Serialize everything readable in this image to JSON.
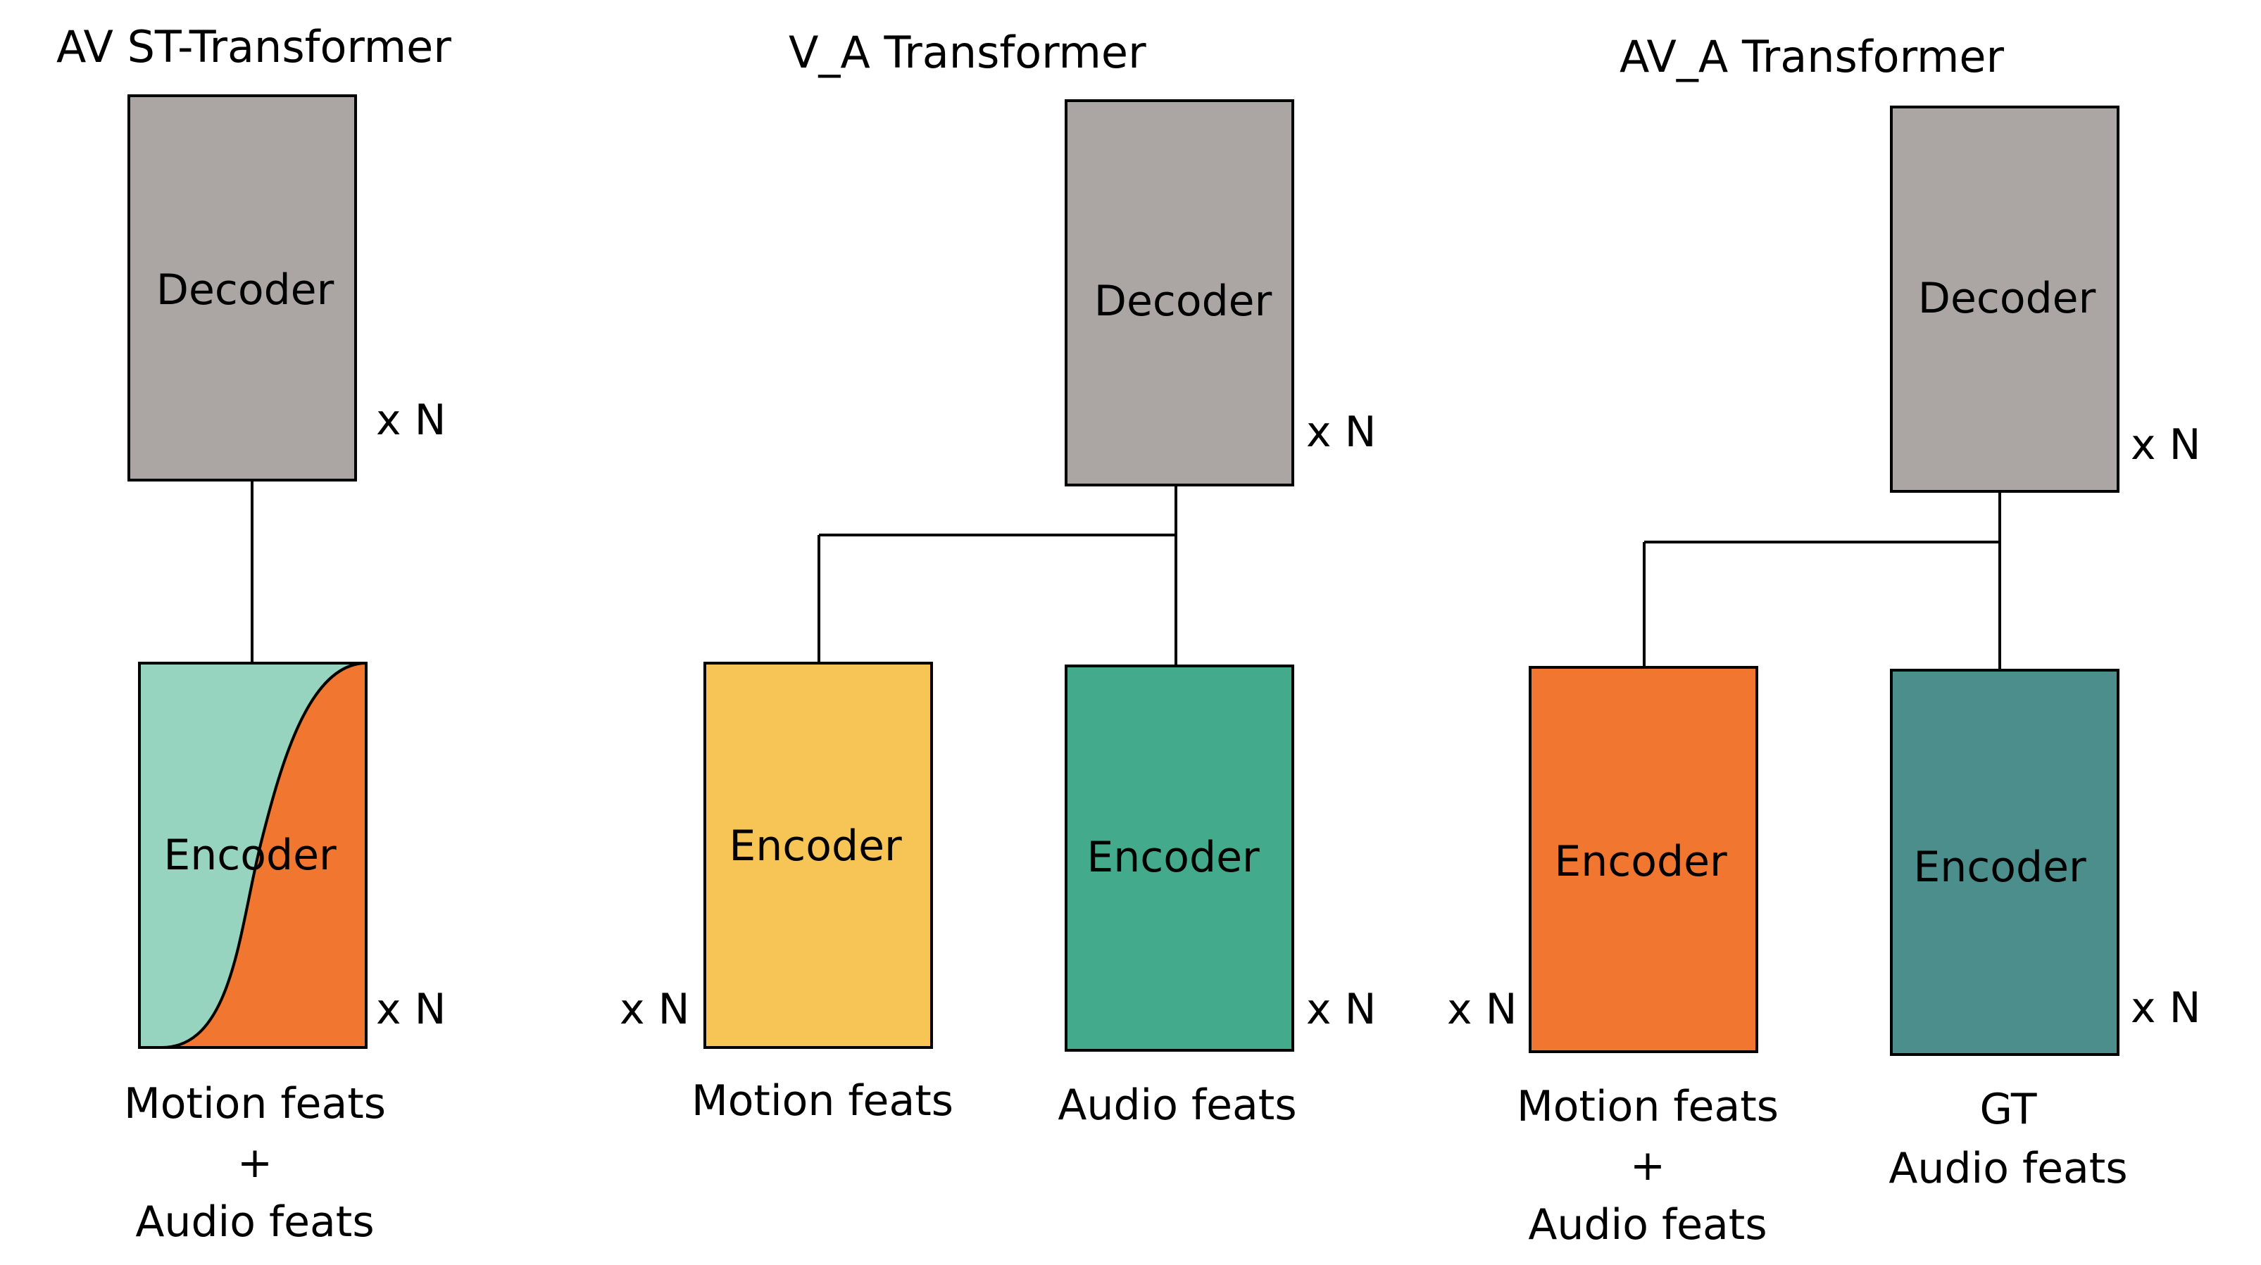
{
  "colors": {
    "decoder": "#aba5a4",
    "mixed_left": "#96d4bf",
    "mixed_right": "#f1762f",
    "motion_yellow": "#f7c555",
    "audio_green": "#43aa8c",
    "av_orange": "#f1762f",
    "gt_teal": "#4b8e8b"
  },
  "panels": [
    {
      "title": "AV ST-Transformer",
      "decoder": {
        "label": "Decoder",
        "repeat": "x N"
      },
      "encoders": [
        {
          "label": "Encoder",
          "repeat": "x N",
          "caption": [
            "Motion feats",
            "+",
            "Audio feats"
          ]
        }
      ]
    },
    {
      "title": "V_A Transformer",
      "decoder": {
        "label": "Decoder",
        "repeat": "x N"
      },
      "encoders": [
        {
          "label": "Encoder",
          "repeat": "x N",
          "caption": [
            "Motion feats"
          ]
        },
        {
          "label": "Encoder",
          "repeat": "x N",
          "caption": [
            "Audio feats"
          ]
        }
      ]
    },
    {
      "title": "AV_A Transformer",
      "decoder": {
        "label": "Decoder",
        "repeat": "x N"
      },
      "encoders": [
        {
          "label": "Encoder",
          "repeat": "x N",
          "caption": [
            "Motion feats",
            "+",
            "Audio feats"
          ]
        },
        {
          "label": "Encoder",
          "repeat": "x N",
          "caption": [
            "GT",
            "Audio feats"
          ]
        }
      ]
    }
  ]
}
